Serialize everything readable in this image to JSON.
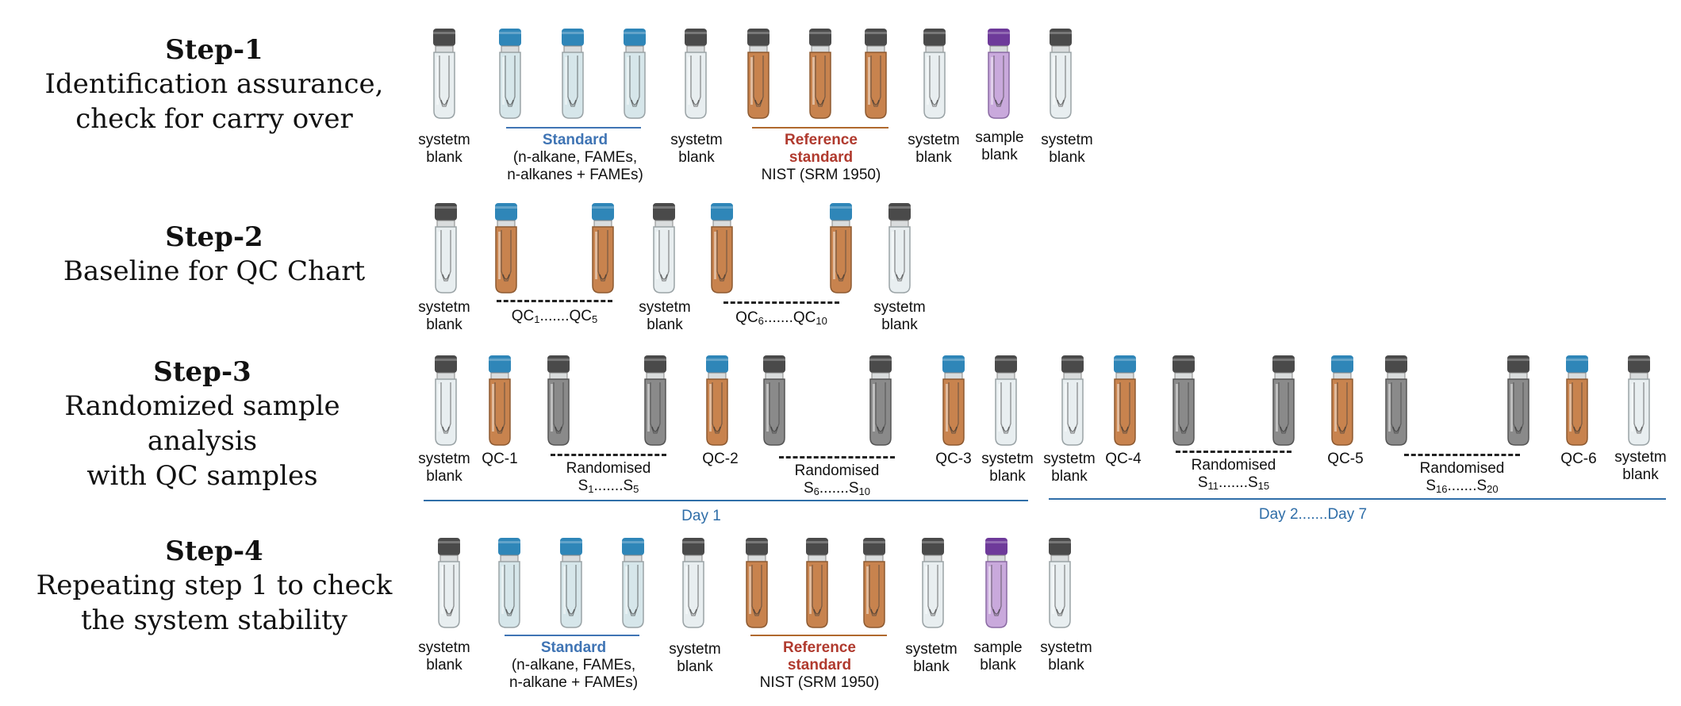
{
  "steps": [
    {
      "num": "Step-1",
      "desc1": "Identification assurance,",
      "desc2": "check for carry over"
    },
    {
      "num": "Step-2",
      "desc1": "Baseline for QC Chart",
      "desc2": ""
    },
    {
      "num": "Step-3",
      "desc1": "Randomized sample analysis",
      "desc2": "with QC samples"
    },
    {
      "num": "Step-4",
      "desc1": "Repeating step 1 to check",
      "desc2": "the system stability"
    }
  ],
  "labels": {
    "systetm": "systetm",
    "blank": "blank",
    "sample": "sample",
    "standard": "Standard",
    "std_detail_1a": "(n-alkane, FAMEs,",
    "std_detail_1b": "n-alkanes + FAMEs)",
    "std_detail_4a": "(n-alkane, FAMEs,",
    "std_detail_4b": "n-alkane + FAMEs)",
    "reference": "Reference",
    "reference2": "standard",
    "nist": "NIST (SRM 1950)",
    "qc": "QC",
    "dots": ".......",
    "qc_1": "1",
    "qc_5": "5",
    "qc_6": "6",
    "qc_10": "10",
    "qc1": "QC-1",
    "qc2": "QC-2",
    "qc3": "QC-3",
    "qc4": "QC-4",
    "qc5": "QC-5",
    "qc6": "QC-6",
    "randomised": "Randomised",
    "s": "S",
    "s_1": "1",
    "s_5": "5",
    "s_6": "6",
    "s_10": "10",
    "s_11": "11",
    "s_15": "15",
    "s_16": "16",
    "s_20": "20",
    "day1": "Day 1",
    "day2_7": "Day 2.......Day 7"
  },
  "vial_rows": [
    {
      "row": 1,
      "vials": [
        "clear-black",
        "clear-blue",
        "clear-blue",
        "clear-blue",
        "clear-black",
        "amber-black",
        "amber-black",
        "amber-black",
        "clear-black",
        "purple-purple",
        "clear-black"
      ]
    },
    {
      "row": 2,
      "vials": [
        "clear-black",
        "amber-blue",
        "amber-blue",
        "clear-black",
        "amber-blue",
        "amber-blue",
        "clear-black"
      ]
    },
    {
      "row": 3,
      "vials": [
        "clear-black",
        "amber-blue",
        "grey-black",
        "grey-black",
        "amber-blue",
        "grey-black",
        "grey-black",
        "amber-blue",
        "clear-black",
        "clear-black",
        "amber-blue",
        "grey-black",
        "grey-black",
        "amber-blue",
        "grey-black",
        "grey-black",
        "amber-blue",
        "clear-black"
      ]
    },
    {
      "row": 4,
      "vials": [
        "clear-black",
        "clear-blue",
        "clear-blue",
        "clear-blue",
        "clear-black",
        "amber-black",
        "amber-black",
        "amber-black",
        "clear-black",
        "purple-purple",
        "clear-black"
      ]
    }
  ],
  "colors": {
    "standard_blue": "#3f74b4",
    "reference_red": "#b03a2e",
    "day_blue": "#2f6ea8",
    "cap_blue": "#2f86b8",
    "cap_black": "#4a4a4a",
    "cap_purple": "#6e3a9a",
    "amber": "#c8834e",
    "clear": "#e8eef0",
    "lightblue": "#d6e6ea",
    "purple_liquid": "#c9a9dc",
    "grey_liquid": "#8a8a8a"
  }
}
